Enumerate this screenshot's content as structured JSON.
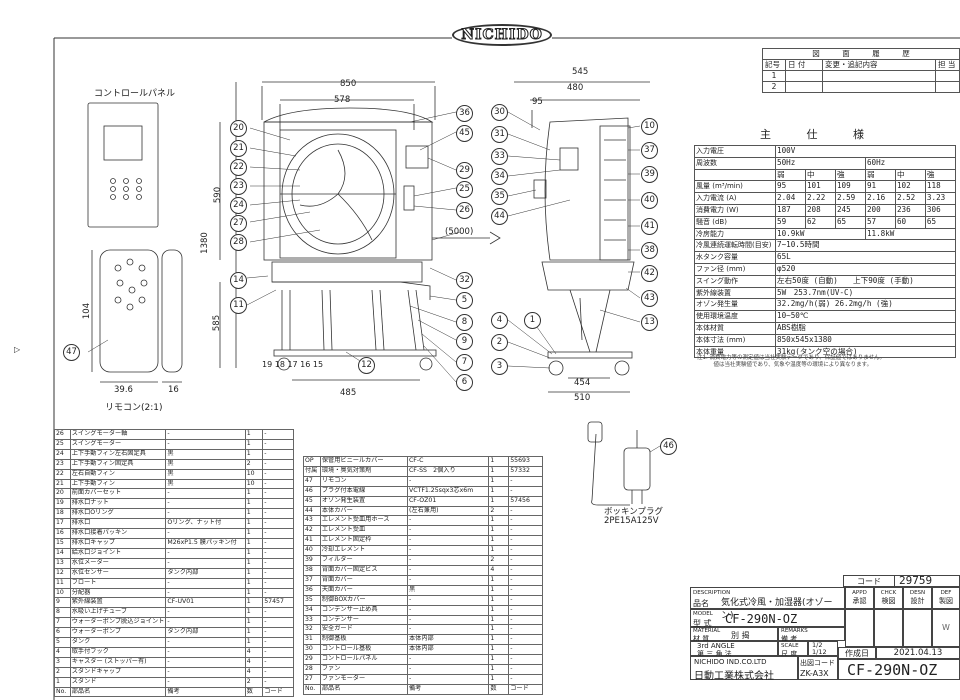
{
  "logo": "NICHIDO",
  "revision": {
    "header": "図　　　面　　　履　　　歴",
    "cols": [
      "記号",
      "日 付",
      "変更・追記内容",
      "担 当"
    ],
    "rows": [
      "1",
      "2"
    ]
  },
  "spec": {
    "title": "主 仕 様",
    "rows": [
      [
        "入力電圧",
        "100V",
        "",
        "",
        "",
        "",
        ""
      ],
      [
        "周波数",
        "50Hz",
        "",
        "",
        "60Hz",
        "",
        ""
      ],
      [
        "",
        "弱",
        "中",
        "強",
        "弱",
        "中",
        "強"
      ],
      [
        "風量 (m³/min)",
        "95",
        "101",
        "109",
        "91",
        "102",
        "118"
      ],
      [
        "入力電流 (A)",
        "2.04",
        "2.22",
        "2.59",
        "2.16",
        "2.52",
        "3.23"
      ],
      [
        "消費電力 (W)",
        "187",
        "208",
        "245",
        "200",
        "236",
        "306"
      ],
      [
        "騒音 (dB)",
        "59",
        "62",
        "65",
        "57",
        "60",
        "65"
      ],
      [
        "冷房能力",
        "10.9kW",
        "",
        "",
        "11.8kW",
        "",
        ""
      ],
      [
        "冷風連続運転時間(目安)",
        "7~10.5時間",
        "",
        "",
        "",
        "",
        ""
      ],
      [
        "水タンク容量",
        "65L",
        "",
        "",
        "",
        "",
        ""
      ],
      [
        "ファン径 (mm)",
        "φ520",
        "",
        "",
        "",
        "",
        ""
      ],
      [
        "スイング動作",
        "左右50度 (自動)　　上下90度 (手動)",
        "",
        "",
        "",
        "",
        ""
      ],
      [
        "紫外線装置",
        "5W　253.7nm(UV-C)",
        "",
        "",
        "",
        "",
        ""
      ],
      [
        "オゾン発生量",
        "32.2mg/h(弱) 26.2mg/h (強)",
        "",
        "",
        "",
        "",
        ""
      ],
      [
        "使用環境温度",
        "10~50℃",
        "",
        "",
        "",
        "",
        ""
      ],
      [
        "本体材質",
        "ABS樹脂",
        "",
        "",
        "",
        "",
        ""
      ],
      [
        "本体寸法 (mm)",
        "850x545x1380",
        "",
        "",
        "",
        "",
        ""
      ],
      [
        "本体重量",
        "31kg(タンク空の場合)",
        "",
        "",
        "",
        "",
        ""
      ]
    ],
    "note": "注1. 消費電力等の測定値は当社実験データであり、保証値ではありません。\n　　　値は当社実験値であり、気象や温度等の環境により異なります。"
  },
  "labels": {
    "control_panel": "コントロールパネル",
    "remote": "リモコン(2:1)",
    "plug": "ボッキンプラグ\n2PE15A125V"
  },
  "dims": {
    "d850": "850",
    "d578": "578",
    "d590": "590",
    "d1380": "1380",
    "d585": "585",
    "d485": "485",
    "d5000": "(5000)",
    "d545": "545",
    "d480": "480",
    "d95": "95",
    "d454": "454",
    "d510": "510",
    "d104": "104",
    "d39_6": "39.6",
    "d16": "16",
    "bottom_callouts": "19 18 17 16 15"
  },
  "callouts_front": [
    "20",
    "21",
    "22",
    "23",
    "24",
    "27",
    "28",
    "36",
    "45",
    "29",
    "25",
    "26",
    "14",
    "11",
    "32",
    "5",
    "8",
    "9",
    "7",
    "6",
    "12"
  ],
  "callouts_side": [
    "30",
    "31",
    "33",
    "34",
    "35",
    "44",
    "10",
    "37",
    "39",
    "40",
    "41",
    "38",
    "42",
    "43",
    "13",
    "4",
    "1",
    "2",
    "3"
  ],
  "callouts_other": [
    "47",
    "46"
  ],
  "parts_left": [
    [
      "26",
      "スイングモーター軸",
      "-",
      "1",
      "-"
    ],
    [
      "25",
      "スイングモーター",
      "-",
      "1",
      "-"
    ],
    [
      "24",
      "上下手動フィン左右固定具",
      "黒",
      "1",
      "-"
    ],
    [
      "23",
      "上下手動フィン固定具",
      "黒",
      "2",
      "-"
    ],
    [
      "22",
      "左右自動フィン",
      "黒",
      "10",
      "-"
    ],
    [
      "21",
      "上下手動フィン",
      "黒",
      "10",
      "-"
    ],
    [
      "20",
      "前面カバーセット",
      "-",
      "1",
      "-"
    ],
    [
      "19",
      "排水口ナット",
      "-",
      "1",
      "-"
    ],
    [
      "18",
      "排水口Oリング",
      "-",
      "1",
      "-"
    ],
    [
      "17",
      "排水口",
      "Oリング、ナット付",
      "1",
      "-"
    ],
    [
      "16",
      "排水口接着パッキン",
      "-",
      "1",
      "-"
    ],
    [
      "15",
      "排水口キャップ",
      "M26xP1.5 膜パッキン付",
      "1",
      "-"
    ],
    [
      "14",
      "給水口ジョイント",
      "-",
      "1",
      "-"
    ],
    [
      "13",
      "水位メーター",
      "-",
      "1",
      "-"
    ],
    [
      "12",
      "水位センサー",
      "タンク内部",
      "1",
      "-"
    ],
    [
      "11",
      "フロート",
      "-",
      "1",
      "-"
    ],
    [
      "10",
      "分配器",
      "-",
      "1",
      "-"
    ],
    [
      "9",
      "紫外線装置",
      "CF-UV01",
      "1",
      "57457"
    ],
    [
      "8",
      "水吸い上げチューブ",
      "-",
      "1",
      "-"
    ],
    [
      "7",
      "ウォーターポンプ脱込ジョイント",
      "-",
      "1",
      "-"
    ],
    [
      "6",
      "ウォーターポンプ",
      "タンク内部",
      "1",
      "-"
    ],
    [
      "5",
      "タンク",
      "-",
      "1",
      "-"
    ],
    [
      "4",
      "取手付フック",
      "-",
      "4",
      "-"
    ],
    [
      "3",
      "キャスター (ストッパー有)",
      "-",
      "4",
      "-"
    ],
    [
      "2",
      "スタンドキャップ",
      "-",
      "4",
      "-"
    ],
    [
      "1",
      "スタンド",
      "-",
      "2",
      "-"
    ],
    [
      "No.",
      "部品名",
      "備考",
      "数",
      "コード"
    ]
  ],
  "parts_right": [
    [
      "OP",
      "保管用ビニールカバー",
      "CF-C",
      "1",
      "55693"
    ],
    [
      "付属",
      "環境・臭気対策剤",
      "CF-SS　2個入り",
      "1",
      "57332"
    ],
    [
      "47",
      "リモコン",
      "-",
      "1",
      "-"
    ],
    [
      "46",
      "プラグ付本電線",
      "VCTF1.25sqx3芯x6m",
      "1",
      "-"
    ],
    [
      "45",
      "オゾン発生装置",
      "CF-OZ01",
      "1",
      "57456"
    ],
    [
      "44",
      "本体カバー",
      "(左右兼用)",
      "2",
      "-"
    ],
    [
      "43",
      "エレメント受皿用ホース",
      "-",
      "1",
      "-"
    ],
    [
      "42",
      "エレメント受皿",
      "-",
      "1",
      "-"
    ],
    [
      "41",
      "エレメント固定枠",
      "-",
      "1",
      "-"
    ],
    [
      "40",
      "冷却エレメント",
      "-",
      "1",
      "-"
    ],
    [
      "39",
      "フィルター",
      "-",
      "2",
      "-"
    ],
    [
      "38",
      "背面カバー固定ビス",
      "-",
      "4",
      "-"
    ],
    [
      "37",
      "背面カバー",
      "-",
      "1",
      "-"
    ],
    [
      "36",
      "天面カバー",
      "黒",
      "1",
      "-"
    ],
    [
      "35",
      "制御BOXカバー",
      "-",
      "1",
      "-"
    ],
    [
      "34",
      "コンデンサー止め具",
      "-",
      "1",
      "-"
    ],
    [
      "33",
      "コンデンサー",
      "-",
      "1",
      "-"
    ],
    [
      "32",
      "安全ガード",
      "-",
      "1",
      "-"
    ],
    [
      "31",
      "制御基板",
      "本体内部",
      "1",
      "-"
    ],
    [
      "30",
      "コントロール基板",
      "本体内部",
      "1",
      "-"
    ],
    [
      "29",
      "コントロールパネル",
      "-",
      "1",
      "-"
    ],
    [
      "28",
      "ファン",
      "-",
      "1",
      "-"
    ],
    [
      "27",
      "ファンモーター",
      "-",
      "1",
      "-"
    ],
    [
      "No.",
      "部品名",
      "備考",
      "数",
      "コード"
    ]
  ],
  "title_block": {
    "code_label": "コード",
    "code_value": "29759",
    "name_label": "品名",
    "name_label_en": "DESCRIPTION",
    "name_value": "気化式冷風・加湿器(オゾーン)",
    "model_label": "型 式",
    "model_label_en": "MODEL",
    "model_value": "CF-290N-OZ",
    "material_label": "材 質",
    "material_label_en": "MATERIAL",
    "material_value": "別 揭",
    "remarks_label": "備 考",
    "remarks_label_en": "REMARKS",
    "angle_label": "3rd ANGLE",
    "angle_sub": "第 三 角 法",
    "scale_label": "SCALE",
    "scale_sub": "尺 度",
    "scale_value": "1/2\n1/12",
    "appd": "APPD",
    "appd_jp": "承認",
    "chck": "CHCK",
    "chck_jp": "検図",
    "desn": "DESN",
    "desn_jp": "設計",
    "drft": "DEF",
    "drft_jp": "製図",
    "w_mark": "W",
    "created_label": "作成日",
    "created_value": "2021.04.13",
    "company_en": "NICHIDO IND.CO.LTD",
    "company_jp": "日動工業株式会社",
    "drawing_code_label": "出図コード",
    "drawing_code_value": "ZK-A3X",
    "drawing_no": "CF-290N-OZ"
  }
}
